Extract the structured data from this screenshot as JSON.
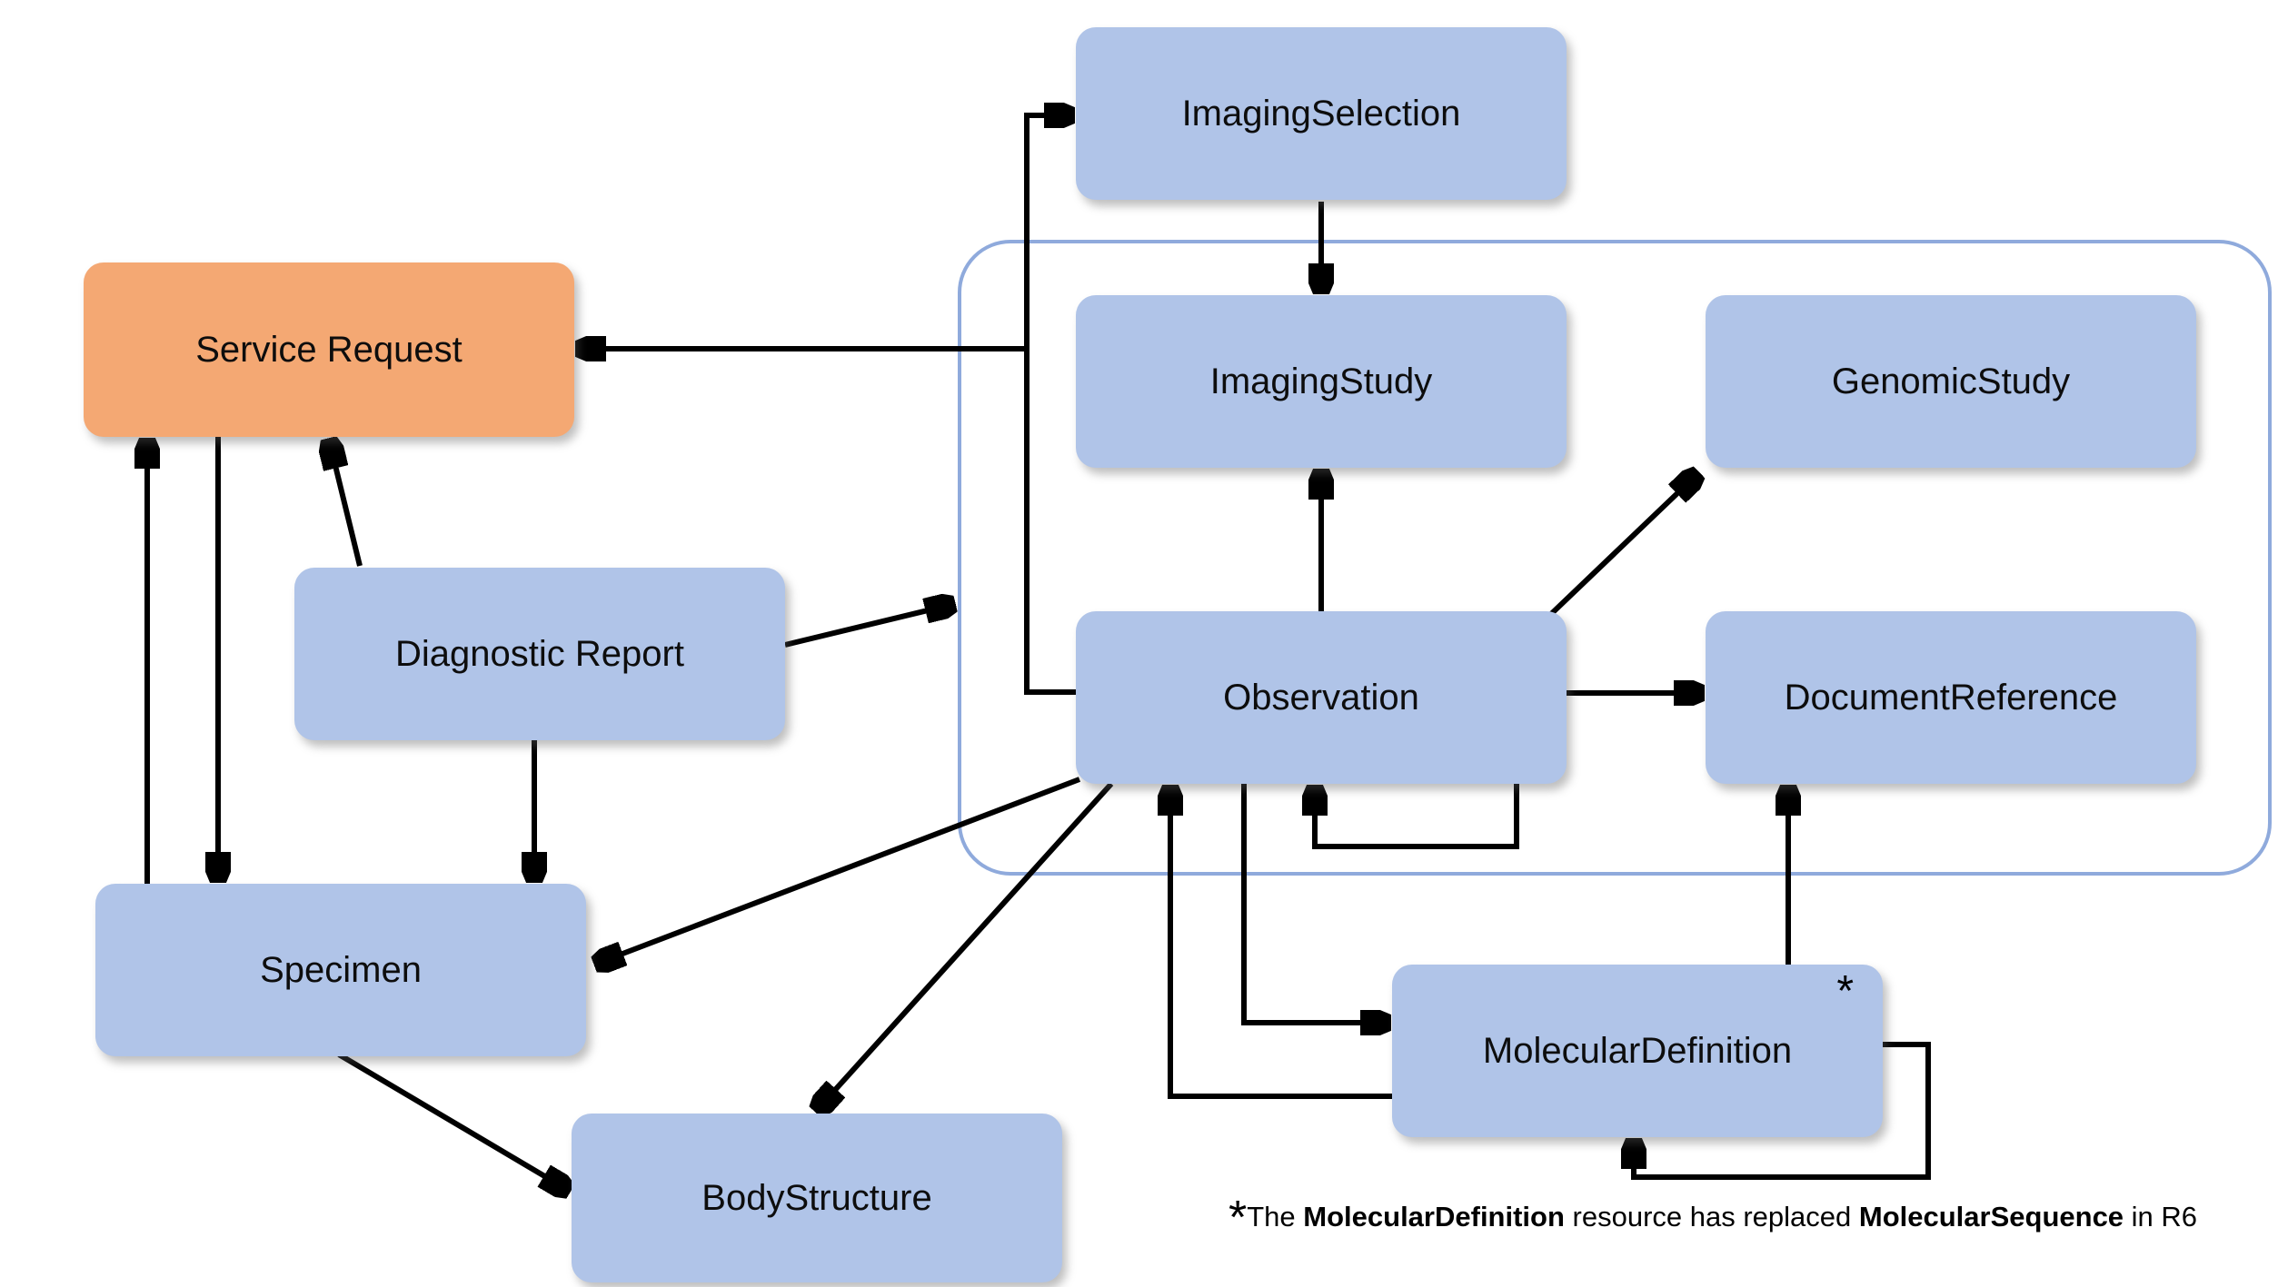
{
  "diagram": {
    "nodes": {
      "imaging_selection": {
        "label": "ImagingSelection"
      },
      "service_request": {
        "label": "Service Request"
      },
      "diagnostic_report": {
        "label": "Diagnostic Report"
      },
      "specimen": {
        "label": "Specimen"
      },
      "body_structure": {
        "label": "BodyStructure"
      },
      "imaging_study": {
        "label": "ImagingStudy"
      },
      "genomic_study": {
        "label": "GenomicStudy"
      },
      "observation": {
        "label": "Observation"
      },
      "document_reference": {
        "label": "DocumentReference"
      },
      "molecular_definition": {
        "label": "MolecularDefinition",
        "annotation": "*"
      }
    },
    "colors": {
      "node_fill": "#b0c4e8",
      "highlight_fill": "#f4a873",
      "group_border": "#8faadc",
      "arrow": "#000000"
    },
    "edges": [
      {
        "from": "imaging_selection",
        "to": "imaging_study"
      },
      {
        "from": "observation",
        "to": "imaging_selection"
      },
      {
        "from": "observation",
        "to": "imaging_study"
      },
      {
        "from": "observation",
        "to": "genomic_study"
      },
      {
        "from": "observation",
        "to": "document_reference"
      },
      {
        "from": "observation",
        "to": "observation"
      },
      {
        "from": "observation",
        "to": "service_request"
      },
      {
        "from": "diagnostic_report",
        "to": "service_request"
      },
      {
        "from": "specimen",
        "to": "service_request"
      },
      {
        "from": "service_request",
        "to": "specimen"
      },
      {
        "from": "diagnostic_report",
        "to": "specimen"
      },
      {
        "from": "diagnostic_report",
        "to": "observation_group"
      },
      {
        "from": "observation",
        "to": "specimen"
      },
      {
        "from": "observation",
        "to": "body_structure"
      },
      {
        "from": "specimen",
        "to": "body_structure"
      },
      {
        "from": "observation",
        "to": "molecular_definition"
      },
      {
        "from": "molecular_definition",
        "to": "observation"
      },
      {
        "from": "molecular_definition",
        "to": "document_reference"
      },
      {
        "from": "molecular_definition",
        "to": "molecular_definition"
      }
    ],
    "footnote": {
      "asterisk": "*",
      "segments": [
        {
          "text": "The "
        },
        {
          "text": "MolecularDefinition"
        },
        {
          "text": " resource has replaced "
        },
        {
          "text": "MolecularSequence"
        },
        {
          "text": " in R6"
        }
      ]
    }
  }
}
